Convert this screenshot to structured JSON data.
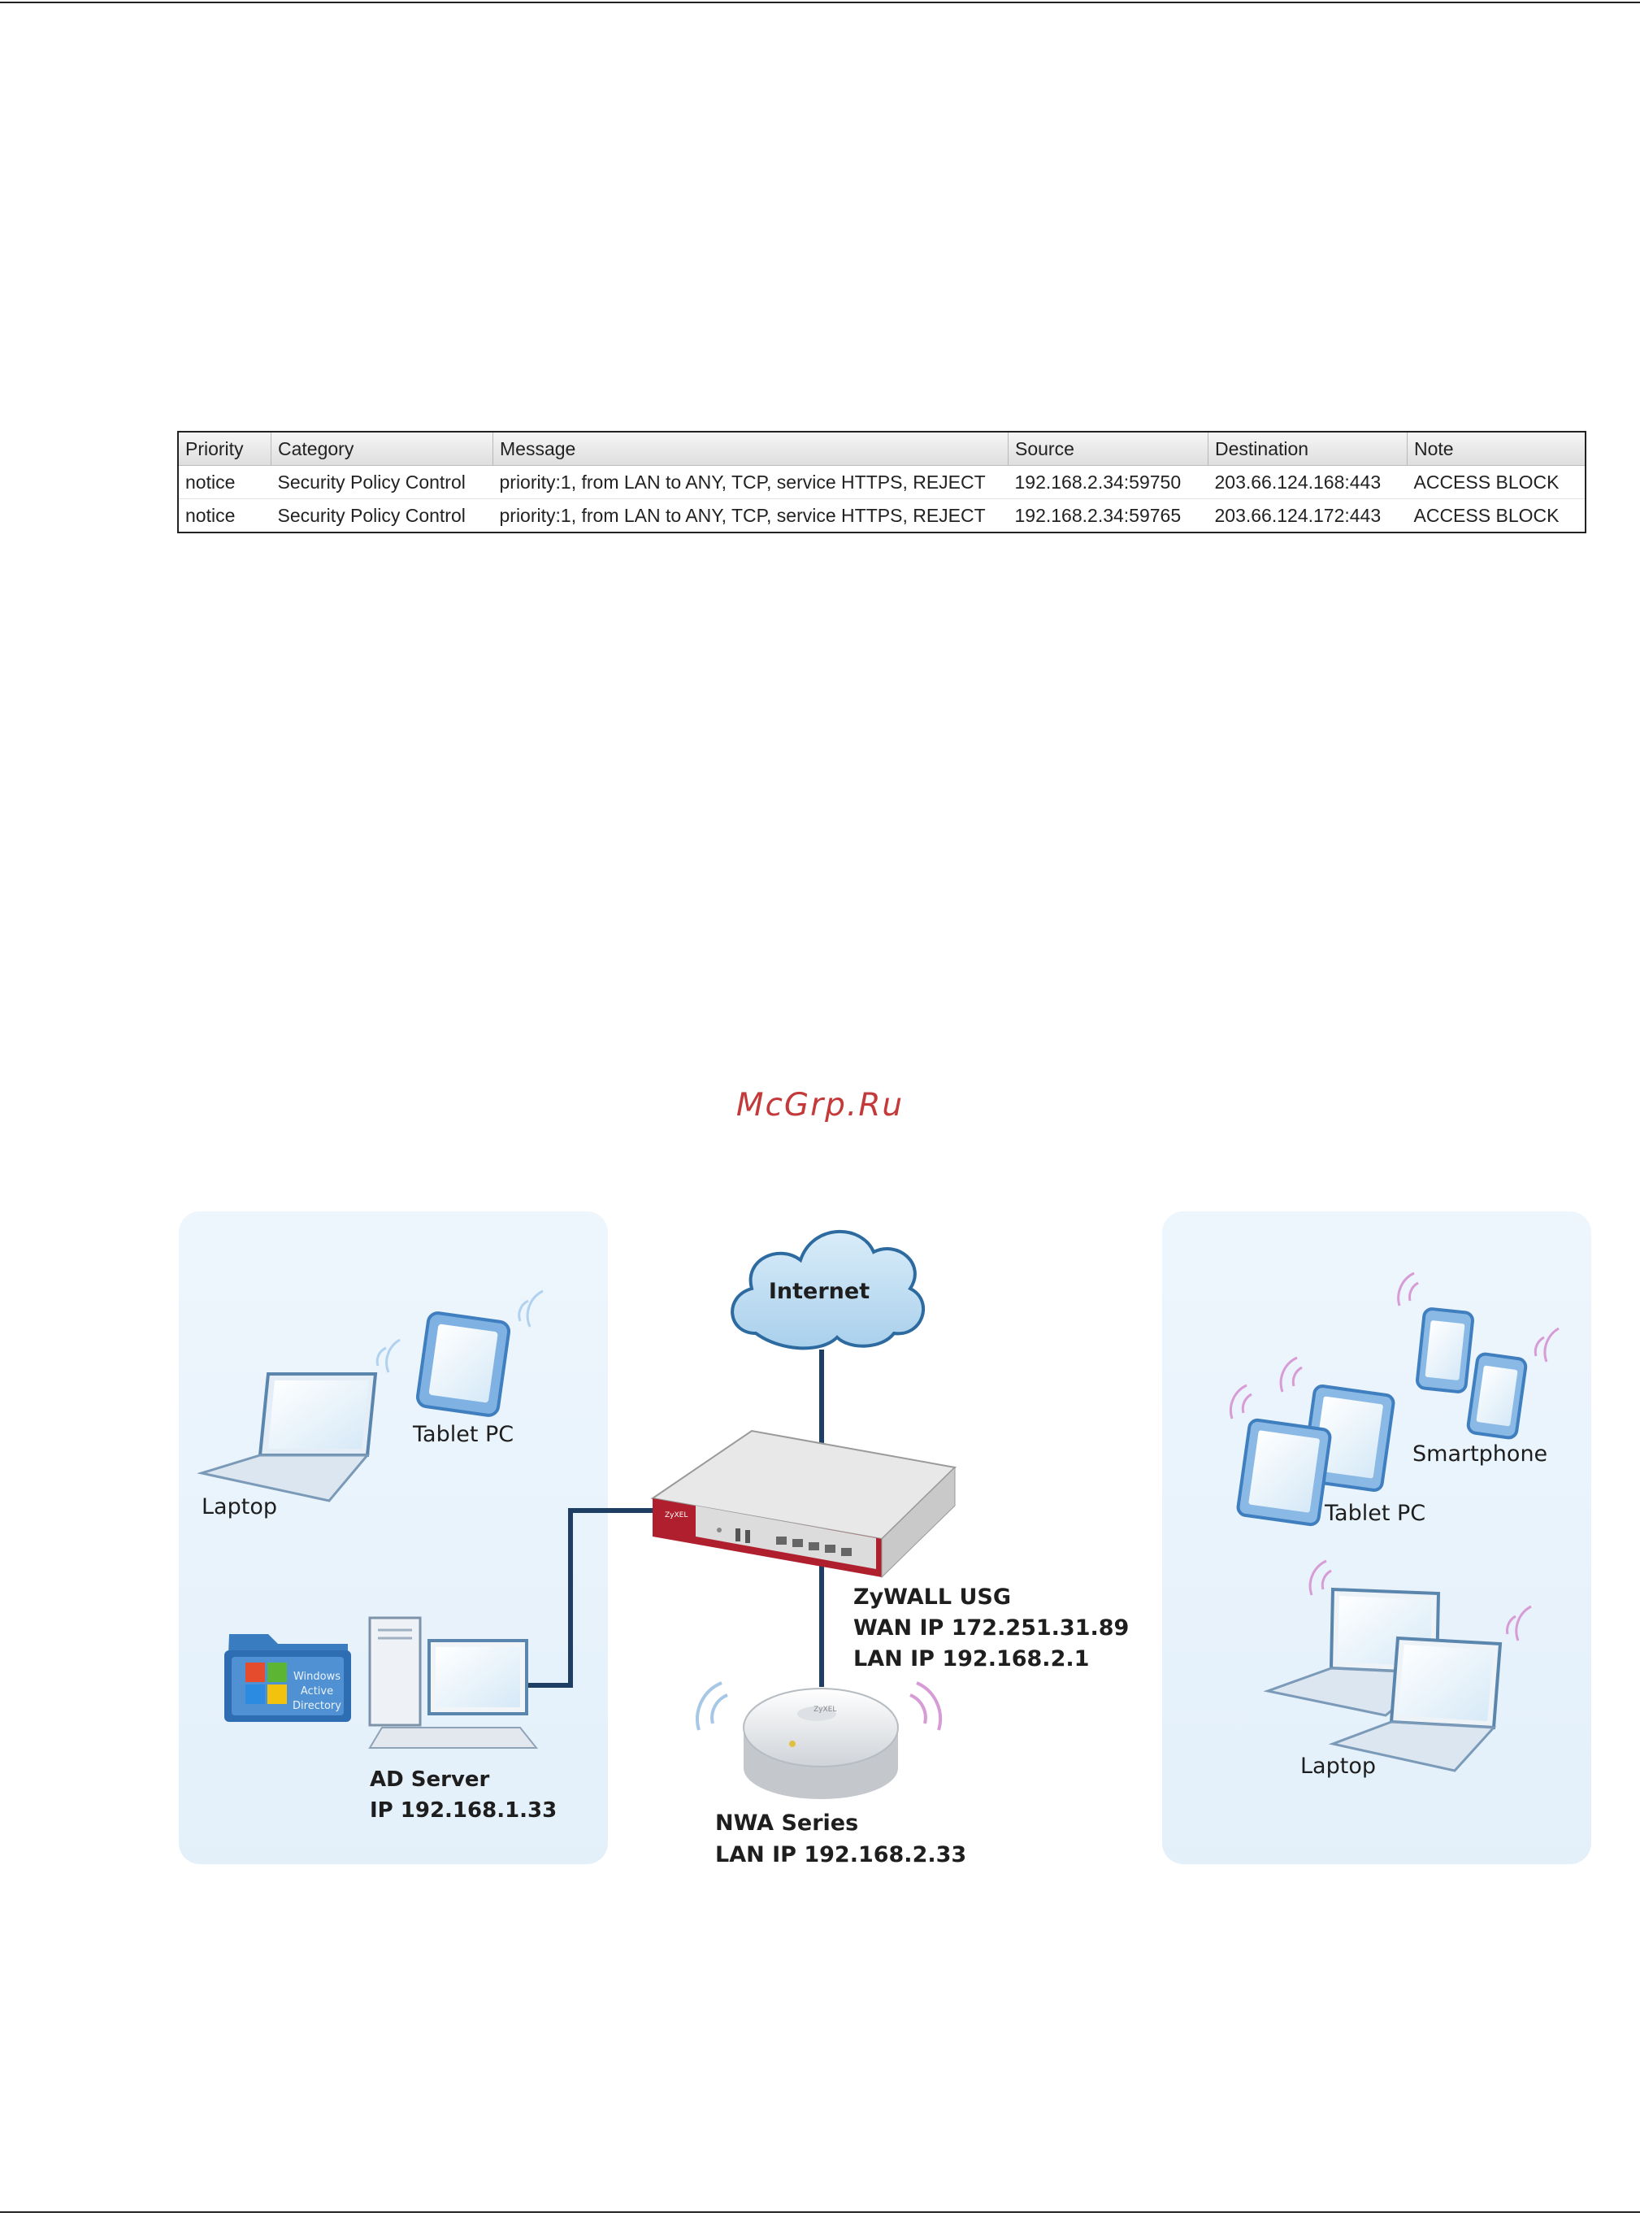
{
  "log_table": {
    "headers": [
      "Priority",
      "Category",
      "Message",
      "Source",
      "Destination",
      "Note"
    ],
    "rows": [
      [
        "notice",
        "Security Policy Control",
        "priority:1, from LAN to ANY, TCP, service HTTPS, REJECT",
        "192.168.2.34:59750",
        "203.66.124.168:443",
        "ACCESS BLOCK"
      ],
      [
        "notice",
        "Security Policy Control",
        "priority:1, from LAN to ANY, TCP, service HTTPS, REJECT",
        "192.168.2.34:59765",
        "203.66.124.172:443",
        "ACCESS BLOCK"
      ]
    ]
  },
  "watermark": "McGrp.Ru",
  "diagram": {
    "internet": "Internet",
    "left_tablet": "Tablet PC",
    "left_laptop": "Laptop",
    "ad_folder_lines": [
      "Windows",
      "Active",
      "Directory"
    ],
    "ad_server_name": "AD Server",
    "ad_server_ip": "IP  192.168.1.33",
    "usg_brand": "ZyXEL",
    "usg_name": "ZyWALL USG",
    "usg_wan": "WAN IP  172.251.31.89",
    "usg_lan": "LAN  IP  192.168.2.1",
    "ap_brand": "ZyXEL",
    "ap_name": "NWA Series",
    "ap_lan": "LAN  IP  192.168.2.33",
    "right_smartphone": "Smartphone",
    "right_tablet": "Tablet PC",
    "right_laptop": "Laptop"
  }
}
